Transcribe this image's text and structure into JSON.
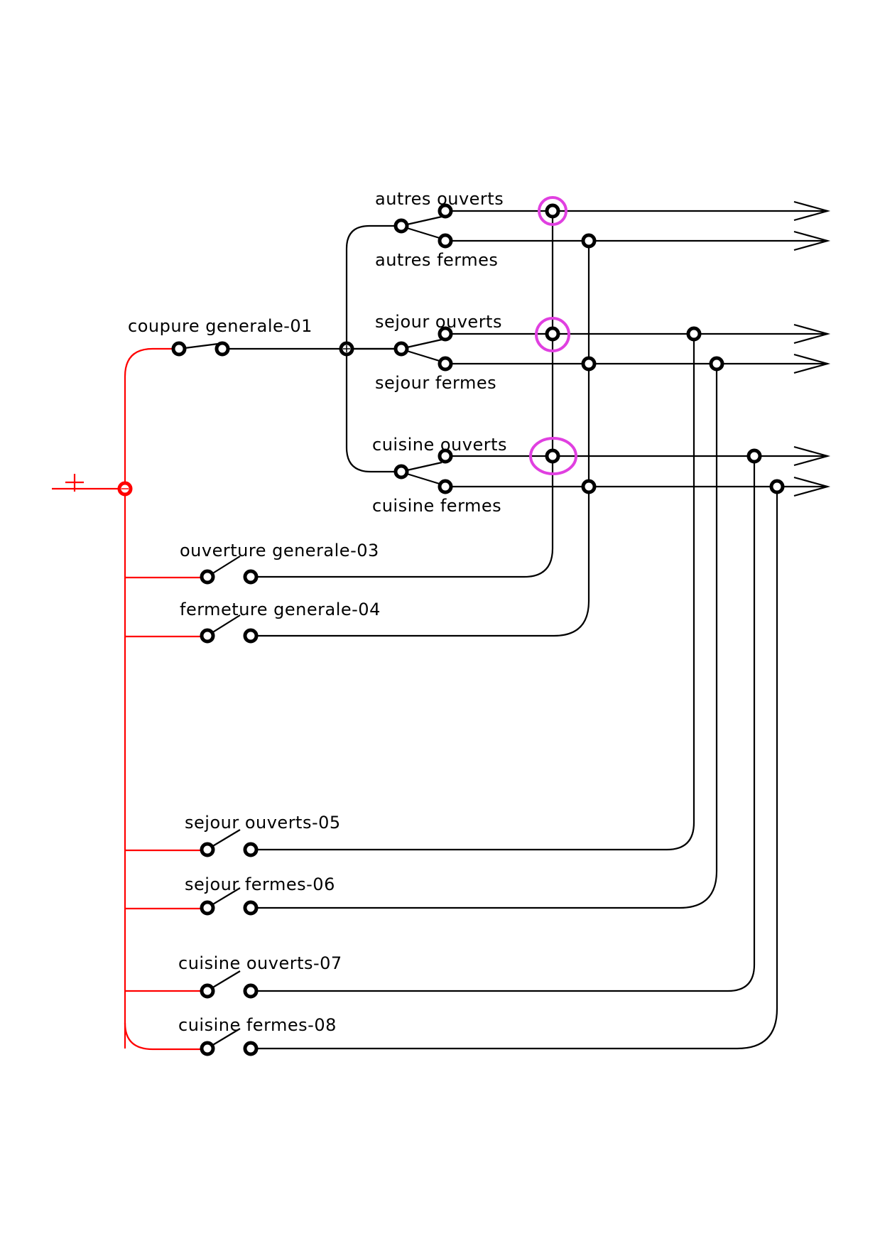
{
  "diagram": {
    "type": "electrical-schematic",
    "colors": {
      "supply_wire": "#ff0000",
      "wire": "#000000",
      "highlight": "#e040e0",
      "background": "#ffffff"
    },
    "supply": {
      "symbol": "+",
      "label": "+"
    },
    "main_switch": {
      "label": "coupure generale-01"
    },
    "selector_switches": [
      {
        "open_label": "autres ouverts",
        "closed_label": "autres fermes"
      },
      {
        "open_label": "sejour ouverts",
        "closed_label": "sejour fermes"
      },
      {
        "open_label": "cuisine ouverts",
        "closed_label": "cuisine fermes"
      }
    ],
    "push_buttons": [
      {
        "label": "ouverture generale-03"
      },
      {
        "label": "fermeture generale-04"
      },
      {
        "label": "sejour ouverts-05"
      },
      {
        "label": "sejour fermes-06"
      },
      {
        "label": "cuisine ouverts-07"
      },
      {
        "label": "cuisine fermes-08"
      }
    ],
    "outputs": [
      "autres ouverts",
      "autres fermes",
      "sejour ouverts",
      "sejour fermes",
      "cuisine ouverts",
      "cuisine fermes"
    ],
    "highlighted_junctions": [
      "autres ouverts",
      "sejour ouverts",
      "cuisine ouverts"
    ]
  }
}
